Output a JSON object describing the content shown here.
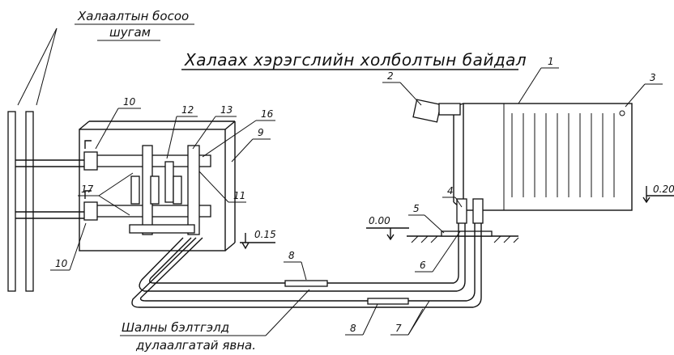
{
  "title": "Халаах хэрэгслийн холболтын байдал",
  "riser_label_line1": "Халаалтын босоо",
  "riser_label_line2": "шугам",
  "floor_note_line1": "Шалны бэлтгэлд",
  "floor_note_line2": "дулаалгатай явна.",
  "levels": {
    "manifold": "0.15",
    "floor": "0.00",
    "radiator": "0.20"
  },
  "callouts": [
    "1",
    "2",
    "3",
    "4",
    "5",
    "6",
    "7",
    "8",
    "8",
    "9",
    "10",
    "10",
    "11",
    "12",
    "13",
    "16",
    "17"
  ]
}
